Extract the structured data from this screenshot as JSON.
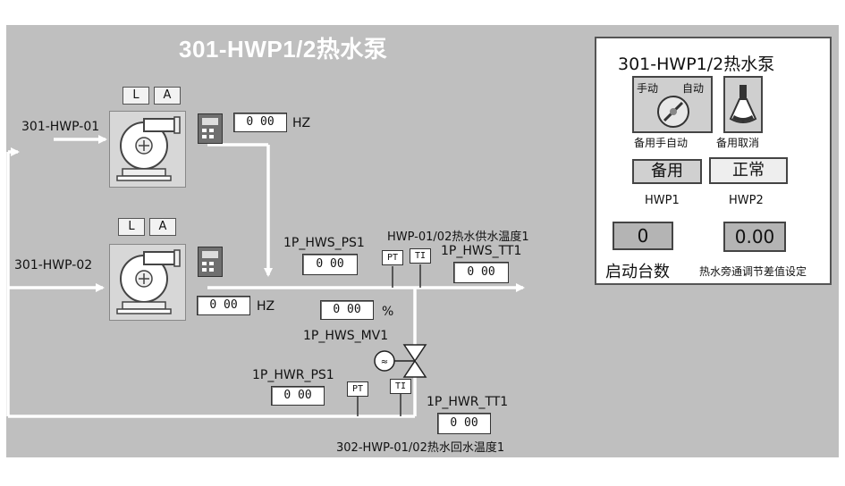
{
  "screen": {
    "title": "301-HWP1/2热水泵"
  },
  "pumps": {
    "pump1": {
      "name": "301-HWP-01",
      "btn_local": "L",
      "btn_auto": "A",
      "freq": "0 00",
      "freq_unit": "HZ"
    },
    "pump2": {
      "name": "301-HWP-02",
      "btn_local": "L",
      "btn_auto": "A",
      "freq": "0 00",
      "freq_unit": "HZ"
    }
  },
  "instruments": {
    "supply_pressure": {
      "label": "1P_HWS_PS1",
      "value": "0 00",
      "tag": "PT"
    },
    "supply_temp": {
      "desc": "HWP-01/02热水供水温度1",
      "label": "1P_HWS_TT1",
      "value": "0 00",
      "tag": "TI"
    },
    "valve": {
      "label": "1P_HWS_MV1",
      "value": "0 00",
      "unit": "%"
    },
    "return_pressure": {
      "label": "1P_HWR_PS1",
      "value": "0 00",
      "tag": "PT"
    },
    "return_temp": {
      "label": "1P_HWR_TT1",
      "value": "0 00",
      "tag": "TI",
      "desc": "302-HWP-01/02热水回水温度1"
    }
  },
  "panel": {
    "title": "301-HWP1/2热水泵",
    "manual_label": "手动",
    "auto_label": "自动",
    "manual_auto_caption": "备用手自动",
    "cancel_caption": "备用取消",
    "standby_btn": "备用",
    "normal_btn": "正常",
    "hwp1": "HWP1",
    "hwp2": "HWP2",
    "start_count": "0",
    "start_count_label": "启动台数",
    "setpoint": "0.00",
    "setpoint_label": "热水旁通调节差值设定"
  },
  "colors": {
    "pipe": "#ffffff",
    "background": "#bfbfbf"
  }
}
